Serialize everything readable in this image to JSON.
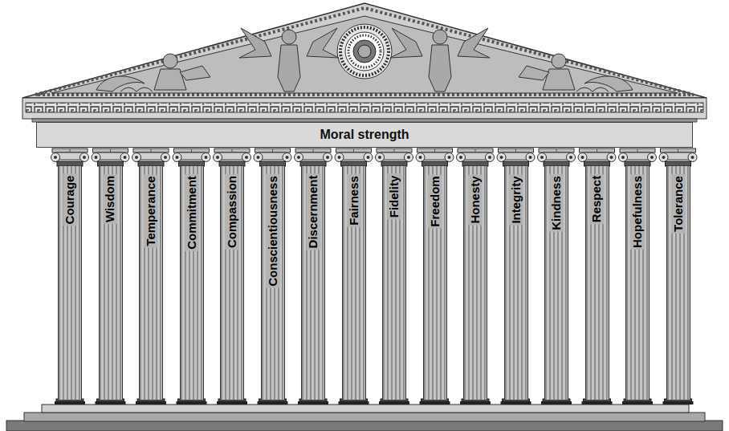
{
  "diagram": {
    "nodes": [
      {
        "text": [
          "Moral strength"
        ]
      },
      {
        "text": [
          "Courage"
        ]
      },
      {
        "text": [
          "Wisdom"
        ]
      },
      {
        "text": [
          "Temperance"
        ]
      },
      {
        "text": [
          "Commitment"
        ]
      },
      {
        "text": [
          "Compassion"
        ]
      },
      {
        "text": [
          "Conscientiousness"
        ]
      },
      {
        "text": [
          "Discernment"
        ]
      },
      {
        "text": [
          "Fairness"
        ]
      },
      {
        "text": [
          "Fidelity"
        ]
      },
      {
        "text": [
          "Freedom"
        ]
      },
      {
        "text": [
          "Honesty"
        ]
      },
      {
        "text": [
          "Integrity"
        ]
      },
      {
        "text": [
          "Kindness"
        ]
      },
      {
        "text": [
          "Respect"
        ]
      },
      {
        "text": [
          "Hopefulness"
        ]
      },
      {
        "text": [
          "Tolerance"
        ]
      }
    ]
  }
}
